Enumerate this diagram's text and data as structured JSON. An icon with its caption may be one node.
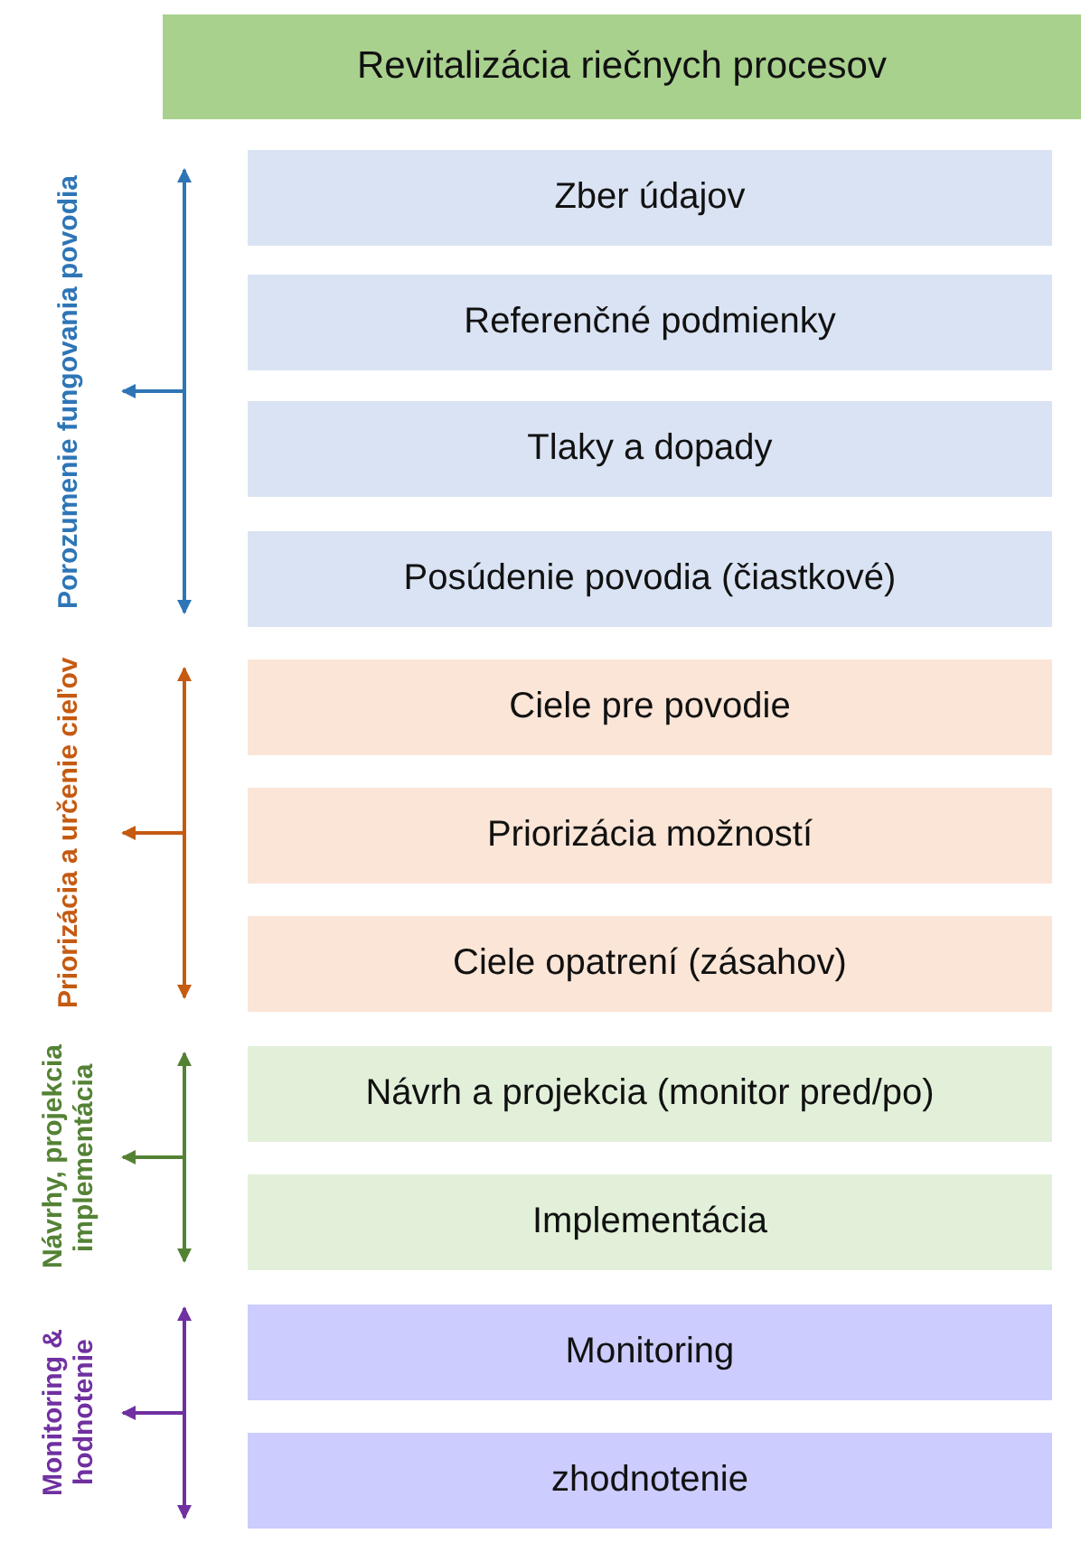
{
  "diagram": {
    "nodes": [
      {
        "text": [
          "Revitalizácia riečnych procesov"
        ]
      },
      {
        "text": [
          "Porozumenie fungovania povodia"
        ]
      },
      {
        "text": [
          "Zber údajov"
        ]
      },
      {
        "text": [
          "Referenčné podmienky"
        ]
      },
      {
        "text": [
          "Tlaky a dopady"
        ]
      },
      {
        "text": [
          "Posúdenie povodia (čiastkové)"
        ]
      },
      {
        "text": [
          "Priorizácia a určenie cieľov"
        ]
      },
      {
        "text": [
          "Ciele pre povodie"
        ]
      },
      {
        "text": [
          "Priorizácia možností"
        ]
      },
      {
        "text": [
          "Ciele opatrení (zásahov)"
        ]
      },
      {
        "text": [
          "Návrhy, projekcia implementácia"
        ]
      },
      {
        "text": [
          "Návrh a projekcia (monitor pred/po)"
        ]
      },
      {
        "text": [
          "Implementácia"
        ]
      },
      {
        "text": [
          "Monitoring & hodnotenie"
        ]
      },
      {
        "text": [
          "Monitoring"
        ]
      },
      {
        "text": [
          "zhodnotenie"
        ]
      }
    ],
    "edges": [
      {
        "from": null,
        "to": 1,
        "arrow": "to",
        "color": "#2e75b6"
      },
      {
        "from": null,
        "to": 6,
        "arrow": "to",
        "color": "#c55a11"
      },
      {
        "from": null,
        "to": 10,
        "arrow": "to",
        "color": "#548235"
      },
      {
        "from": null,
        "to": 13,
        "arrow": "to",
        "color": "#7030a0"
      }
    ]
  }
}
